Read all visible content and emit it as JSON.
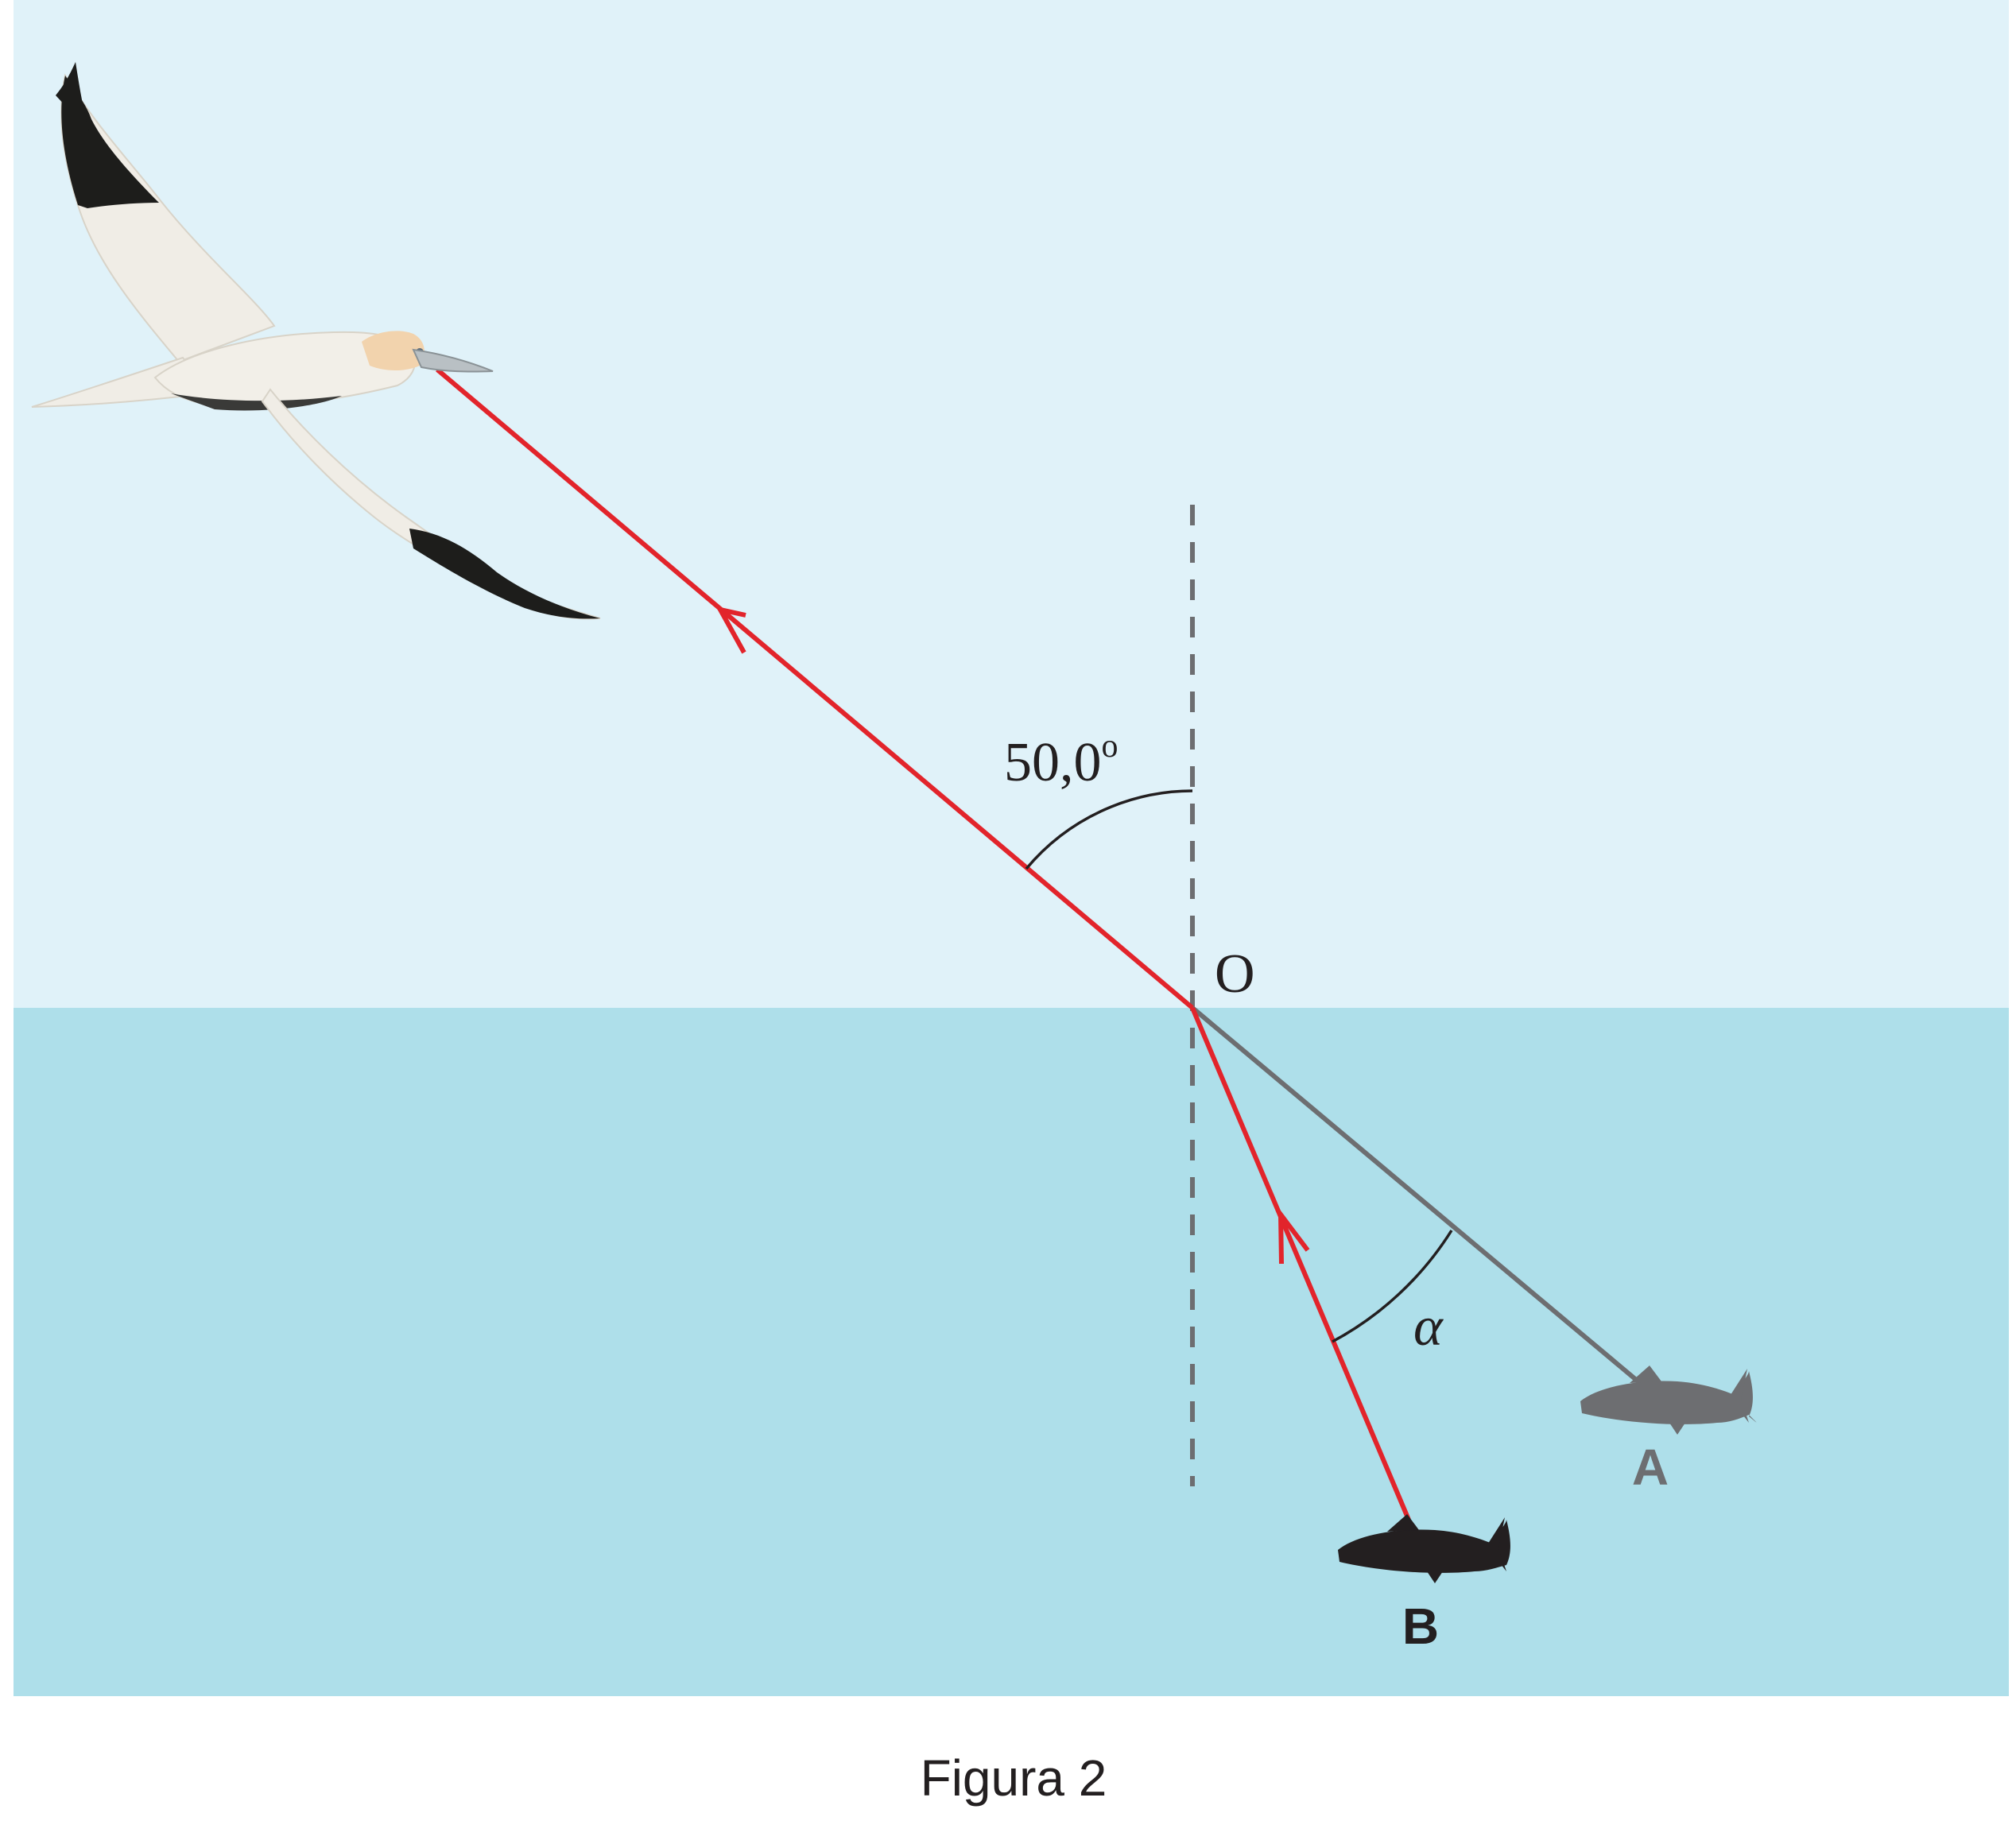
{
  "labels": {
    "incidence_angle": "50,0",
    "degree_mark": "o",
    "point_o": "O",
    "refraction_angle": "α",
    "fish_a": "A",
    "fish_b": "B",
    "caption": "Figura 2"
  },
  "colors": {
    "sky": "#e0f2f9",
    "water": "#aedfea",
    "ray": "#e2242b",
    "apparent_ray": "#6d6e71",
    "normal": "#6d6e71",
    "fish_a": "#6d6e71",
    "fish_b": "#231f20",
    "text": "#231f20"
  },
  "icons": {
    "bird": "gannet-icon",
    "fish_a": "fish-icon",
    "fish_b": "fish-icon"
  }
}
